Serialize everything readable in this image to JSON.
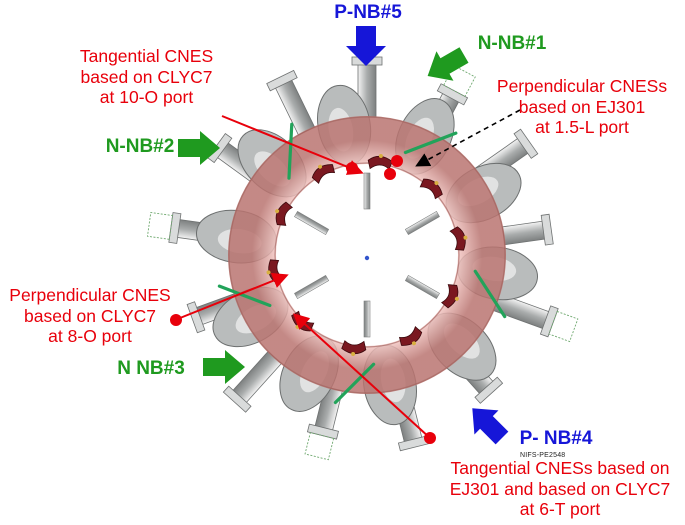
{
  "beams": {
    "pnb5": "P-NB#5",
    "nnb1": "N-NB#1",
    "nnb2": "N-NB#2",
    "nnb3": "N NB#3",
    "pnb4": "P- NB#4"
  },
  "annotations": {
    "tangential_10o": [
      "Tangential CNES",
      "based on CLYC7",
      "at 10-O port"
    ],
    "perpendicular_15l": [
      "Perpendicular CNESs",
      "based on EJ301",
      "at 1.5-L port"
    ],
    "perpendicular_8o": [
      "Perpendicular CNES",
      "based on CLYC7",
      "at 8-O port"
    ],
    "tangential_6t": [
      "Tangential CNESs based on",
      "EJ301 and based on CLYC7",
      "at 6-T port"
    ]
  },
  "figure_id": "NIFS-PE2548",
  "colors": {
    "annotation": "#e8000b",
    "positive_beam": "#1616d8",
    "negative_beam": "#1f9a1f",
    "plasma": "#e7a9a4",
    "coil": "#b9bcbc"
  }
}
